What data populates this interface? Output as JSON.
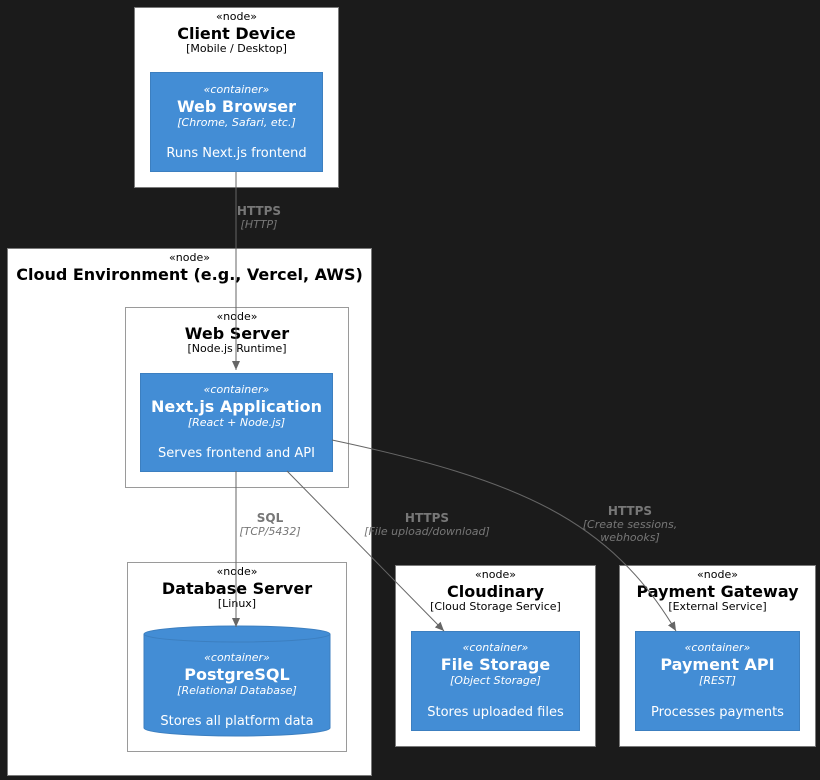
{
  "nodes": {
    "client": {
      "stereotype": "«node»",
      "title": "Client Device",
      "tech": "[Mobile / Desktop]"
    },
    "cloud": {
      "stereotype": "«node»",
      "title": "Cloud Environment (e.g., Vercel, AWS)"
    },
    "webserver": {
      "stereotype": "«node»",
      "title": "Web Server",
      "tech": "[Node.js Runtime]"
    },
    "dbserver": {
      "stereotype": "«node»",
      "title": "Database Server",
      "tech": "[Linux]"
    },
    "cloudinary": {
      "stereotype": "«node»",
      "title": "Cloudinary",
      "tech": "[Cloud Storage Service]"
    },
    "payment_gateway": {
      "stereotype": "«node»",
      "title": "Payment Gateway",
      "tech": "[External Service]"
    }
  },
  "containers": {
    "browser": {
      "stereotype": "«container»",
      "title": "Web Browser",
      "tech": "[Chrome, Safari, etc.]",
      "desc": "Runs Next.js frontend"
    },
    "nextjs": {
      "stereotype": "«container»",
      "title": "Next.js Application",
      "tech": "[React + Node.js]",
      "desc": "Serves frontend and API"
    },
    "postgres": {
      "stereotype": "«container»",
      "title": "PostgreSQL",
      "tech": "[Relational Database]",
      "desc": "Stores all platform data"
    },
    "filestorage": {
      "stereotype": "«container»",
      "title": "File Storage",
      "tech": "[Object Storage]",
      "desc": "Stores uploaded files"
    },
    "paymentapi": {
      "stereotype": "«container»",
      "title": "Payment API",
      "tech": "[REST]",
      "desc": "Processes payments"
    }
  },
  "edges": {
    "browser_to_next": {
      "title": "HTTPS",
      "protocol": "[HTTP]"
    },
    "next_to_db": {
      "title": "SQL",
      "protocol": "[TCP/5432]"
    },
    "next_to_storage": {
      "title": "HTTPS",
      "protocol": "[File upload/download]"
    },
    "next_to_payment": {
      "title": "HTTPS",
      "protocol_line1": "[Create sessions,",
      "protocol_line2": "webhooks]"
    }
  },
  "colors": {
    "container": "#438dd5",
    "background": "#1b1b1b",
    "edge": "#666666",
    "edge_label": "#777777"
  }
}
